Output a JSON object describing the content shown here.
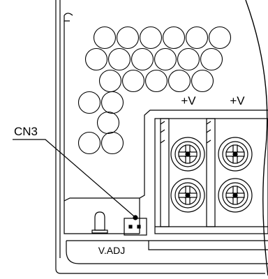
{
  "labels": {
    "connector_id": "CN3",
    "output_terminal_left": "+V",
    "output_terminal_right": "+V",
    "adjust_label": "V.ADJ"
  },
  "vent_holes": {
    "rows": [
      6,
      6,
      5,
      2,
      1,
      2
    ]
  }
}
